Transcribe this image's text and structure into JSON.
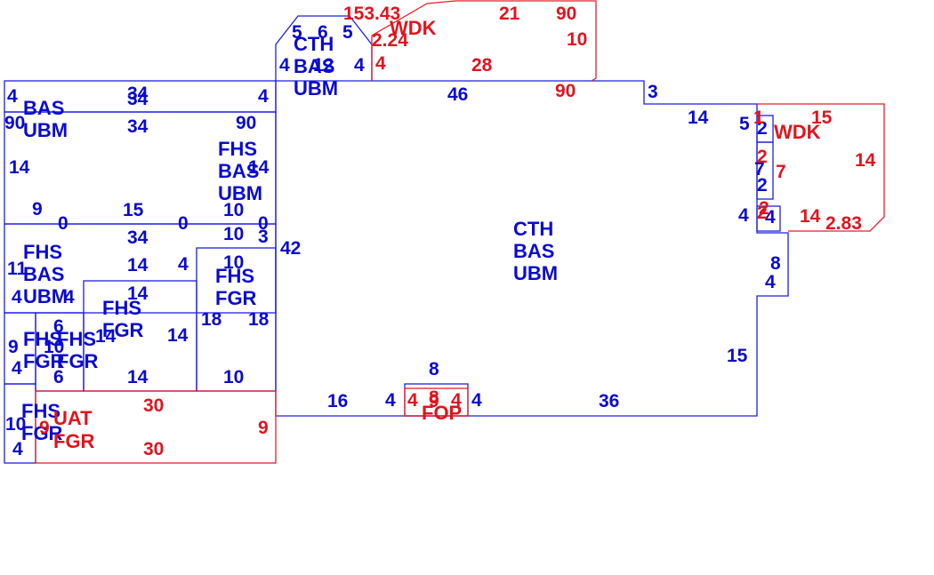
{
  "colors": {
    "blue": "#1e1ee6",
    "red": "#e61e28",
    "background": "#ffffff"
  },
  "areas": {
    "main": [
      "CTH",
      "BAS",
      "UBM"
    ],
    "top_wing": [
      "CTH",
      "BAS",
      "UBM"
    ],
    "top_left": [
      "BAS",
      "UBM"
    ],
    "left_mid": [
      "FHS",
      "BAS",
      "UBM"
    ],
    "left_inner": [
      "FHS",
      "BAS",
      "UBM"
    ],
    "left_fgr_a": [
      "FHS",
      "FGR"
    ],
    "left_fgr_b": [
      "FHS",
      "FGR"
    ],
    "left_fgr_c": [
      "FHS",
      "FGR"
    ],
    "left_fgr_d": [
      "FHS",
      "FGR"
    ],
    "left_fgr_e": [
      "FHS",
      "FGR"
    ],
    "uat": [
      "UAT",
      "FGR"
    ],
    "wdk_top": [
      "WDK"
    ],
    "wdk_right": [
      "WDK"
    ],
    "fop": [
      "FOP"
    ]
  },
  "dimensions": {
    "blue": [
      "5",
      "6",
      "5",
      "4",
      "12",
      "4",
      "4",
      "34",
      "34",
      "4",
      "90",
      "34",
      "90",
      "14",
      "14",
      "9",
      "0",
      "15",
      "0",
      "10",
      "0",
      "34",
      "10",
      "3",
      "11",
      "14",
      "4",
      "10",
      "4",
      "14",
      "14",
      "4",
      "42",
      "18",
      "18",
      "9",
      "6",
      "10",
      "4",
      "6",
      "14",
      "14",
      "10",
      "10",
      "4",
      "16",
      "4",
      "4",
      "36",
      "8",
      "46",
      "3",
      "14",
      "5",
      "2",
      "7",
      "2",
      "4",
      "4",
      "8",
      "4",
      "15"
    ],
    "red": [
      "153.43",
      "21",
      "90",
      "2.24",
      "10",
      "4",
      "28",
      "90",
      "1",
      "15",
      "2",
      "2",
      "7",
      "14",
      "2",
      "14",
      "2.83",
      "30",
      "9",
      "9",
      "30",
      "4",
      "8",
      "9",
      "4"
    ]
  }
}
